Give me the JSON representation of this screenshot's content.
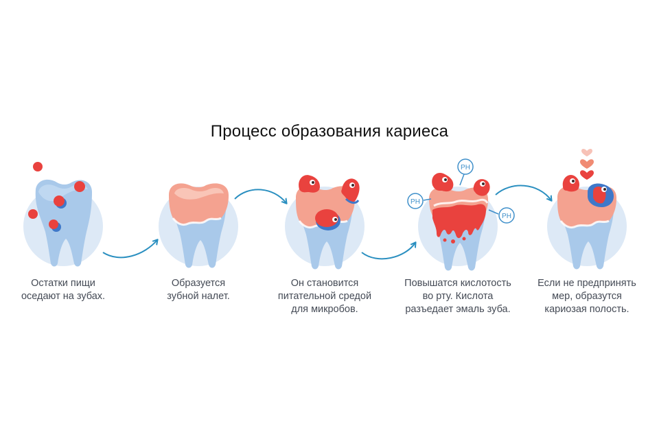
{
  "title": "Процесс образования кариеса",
  "colors": {
    "circle": "#dde9f6",
    "tooth": "#a9c9ea",
    "tooth_light": "#c4dcf2",
    "plaque": "#f4a290",
    "plaque_light": "#f9c5b7",
    "bacteria": "#e9423e",
    "dark_blue": "#3f78c9",
    "arrow": "#2a8fc0",
    "ph": "#3e8fca",
    "heart": "#f08b73",
    "heart_light": "#f7c2b7",
    "text": "#444a55"
  },
  "ph_labels": [
    "PH",
    "PH",
    "PH"
  ],
  "steps": [
    {
      "icon": "tooth-with-food-debris",
      "caption": [
        "Остатки пищи",
        "оседают на зубах."
      ]
    },
    {
      "icon": "tooth-with-plaque",
      "caption": [
        "Образуется",
        "зубной налет."
      ]
    },
    {
      "icon": "tooth-with-bacteria",
      "caption": [
        "Он становится",
        "питательной средой",
        "для микробов."
      ]
    },
    {
      "icon": "tooth-with-acid",
      "caption": [
        "Повышатся кислотость",
        "во рту. Кислота",
        "разъедает эмаль зуба."
      ]
    },
    {
      "icon": "tooth-with-cavity",
      "caption": [
        "Если  не предпринять",
        "мер, образутся",
        "кариозая полость."
      ]
    }
  ]
}
